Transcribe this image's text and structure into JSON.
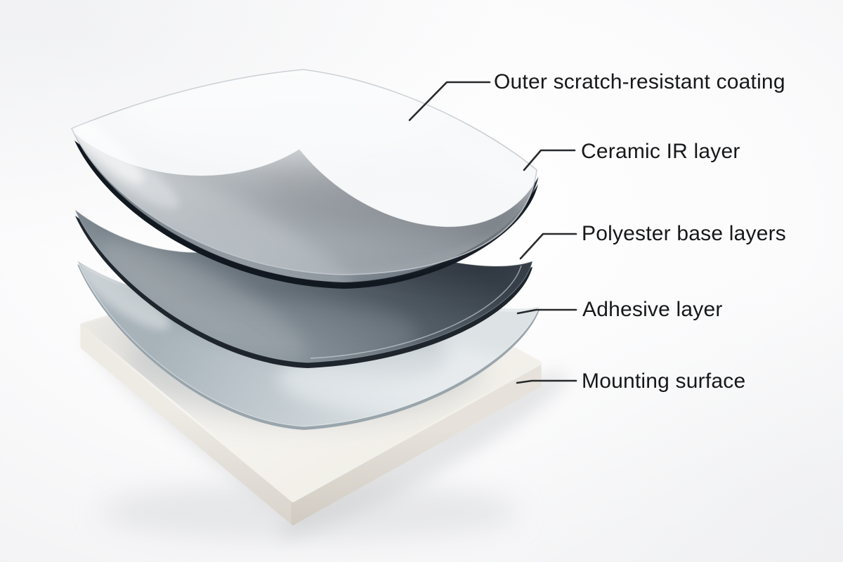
{
  "diagram": {
    "labels": [
      {
        "id": "outer-coating",
        "text": "Outer scratch-resistant coating"
      },
      {
        "id": "ceramic-ir",
        "text": "Ceramic IR layer"
      },
      {
        "id": "polyester-base",
        "text": "Polyester base layers"
      },
      {
        "id": "adhesive",
        "text": "Adhesive layer"
      },
      {
        "id": "mounting-surface",
        "text": "Mounting surface"
      }
    ],
    "colors": {
      "background": "#f6f6f7",
      "label_text": "#17181a",
      "leader_line": "#27292b",
      "outer_coating_tint": "#eef1f3",
      "ceramic_ir_dark": "#333c46",
      "ceramic_ir_light": "#737d86",
      "polyester_dark": "#39424c",
      "polyester_light": "#8f99a0",
      "adhesive_light": "#ccd4d9",
      "mounting_surface": "#f4f1ec"
    }
  }
}
